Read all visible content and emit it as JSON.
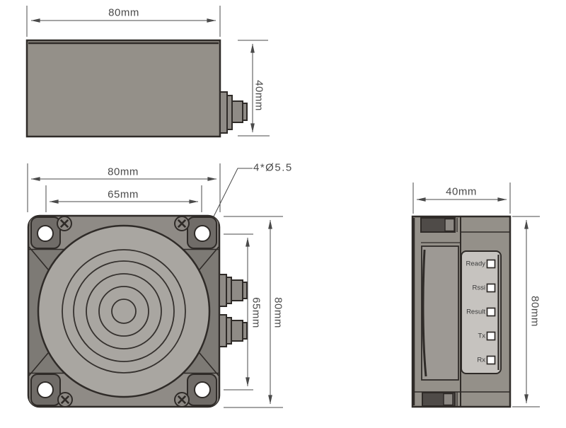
{
  "colors": {
    "background": "#ffffff",
    "outline": "#2f2b28",
    "dimension": "#4a4a4a",
    "body": "#949089",
    "body_dark": "#7d7a75",
    "plate": "#8f8b86",
    "face": "#a9a6a1",
    "pad": "#706c68",
    "screw": "#8d8984",
    "hole": "#ffffff",
    "panel": "#c6c3bf",
    "slot": "#4f4b48",
    "recess": "#9d9994"
  },
  "top_view": {
    "width_label": "80mm",
    "height_label": "40mm"
  },
  "front_view": {
    "width_label": "80mm",
    "inner_width_label": "65mm",
    "mounting_holes_label": "4*Ø5.5",
    "inner_height_label": "65mm",
    "height_label": "80mm"
  },
  "side_view": {
    "width_label": "40mm",
    "height_label": "80mm",
    "leds": [
      {
        "label": "Ready"
      },
      {
        "label": "Rssi"
      },
      {
        "label": "Result"
      },
      {
        "label": "Tx"
      },
      {
        "label": "Rx"
      }
    ]
  }
}
